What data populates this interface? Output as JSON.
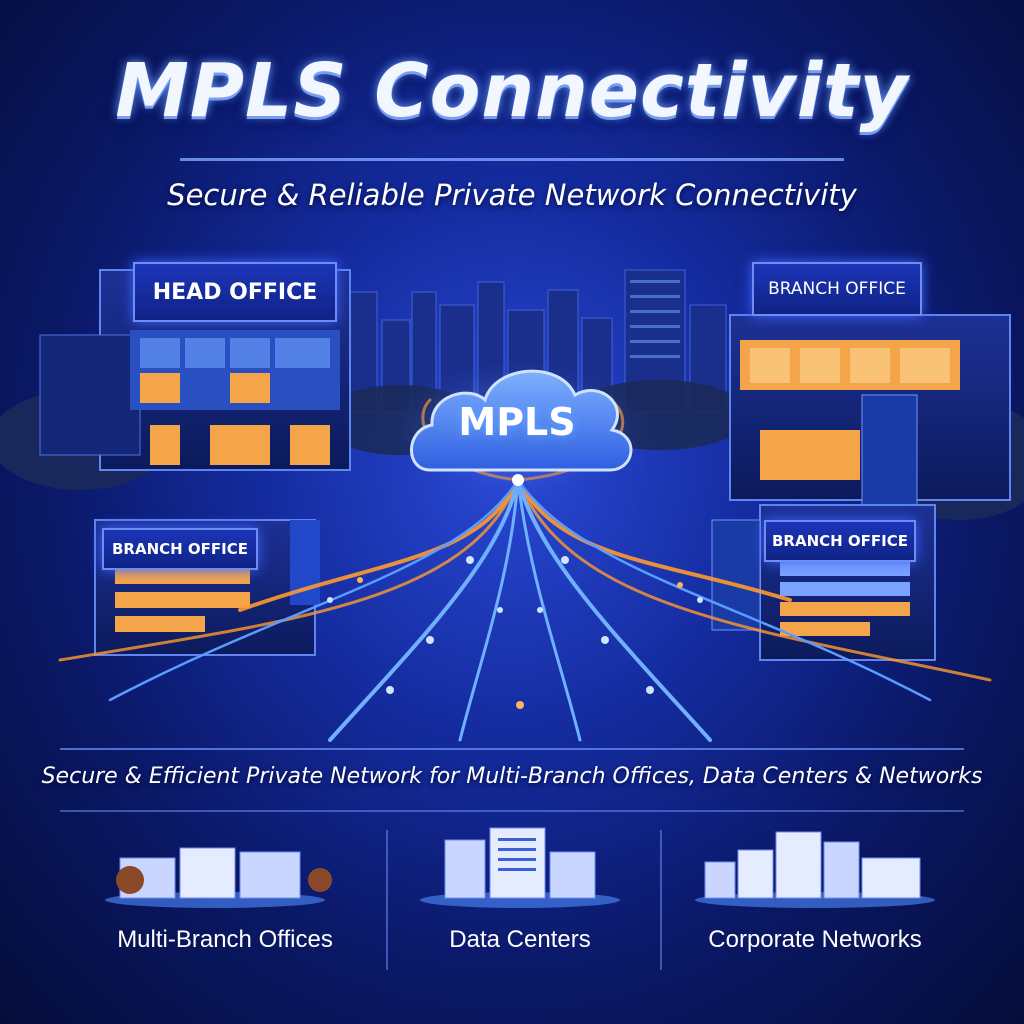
{
  "header": {
    "title": "MPLS Connectivity",
    "subtitle": "Secure & Reliable Private Network Connectivity"
  },
  "scene": {
    "head_office_sign": "HEAD OFFICE",
    "branch_office_sign_top_right": "BRANCH OFFICE",
    "branch_office_sign_left": "BRANCH OFFICE",
    "branch_office_sign_right": "BRANCH OFFICE",
    "cloud_label": "MPLS"
  },
  "tagline": "Secure & Efficient Private Network for Multi-Branch Offices, Data Centers & Networks",
  "features": [
    {
      "label": "Multi-Branch Offices",
      "icon": "office-buildings-icon"
    },
    {
      "label": "Data Centers",
      "icon": "data-center-icon"
    },
    {
      "label": "Corporate Networks",
      "icon": "corporate-campus-icon"
    }
  ],
  "colors": {
    "background": "#0a1866",
    "accent_blue": "#4f8dff",
    "accent_orange": "#ff9a2e",
    "window_glow": "#f4a54a"
  }
}
